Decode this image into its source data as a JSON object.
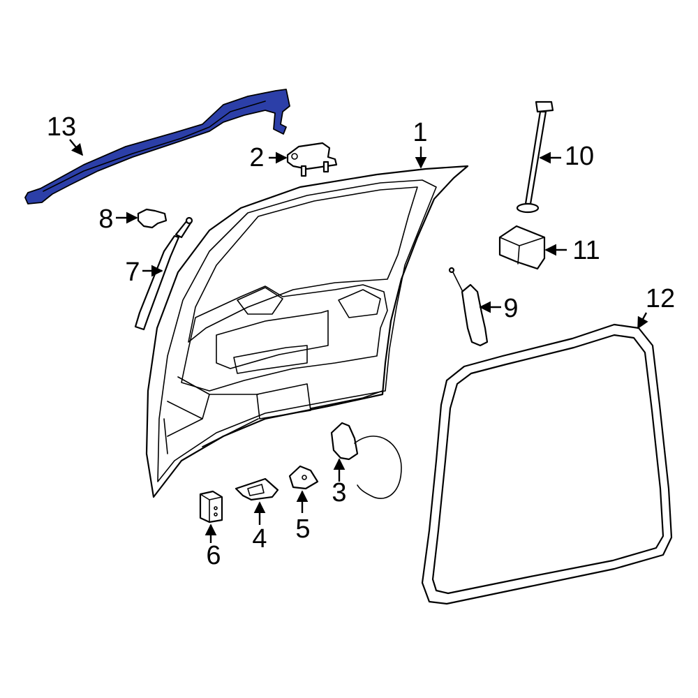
{
  "colors": {
    "background": "#ffffff",
    "line": "#000000",
    "highlight": "#2c3fa8"
  },
  "highlighted_part": "13",
  "callouts": [
    {
      "id": "1",
      "label": "1"
    },
    {
      "id": "2",
      "label": "2"
    },
    {
      "id": "3",
      "label": "3"
    },
    {
      "id": "4",
      "label": "4"
    },
    {
      "id": "5",
      "label": "5"
    },
    {
      "id": "6",
      "label": "6"
    },
    {
      "id": "7",
      "label": "7"
    },
    {
      "id": "8",
      "label": "8"
    },
    {
      "id": "9",
      "label": "9"
    },
    {
      "id": "10",
      "label": "10"
    },
    {
      "id": "11",
      "label": "11"
    },
    {
      "id": "12",
      "label": "12"
    },
    {
      "id": "13",
      "label": "13"
    }
  ]
}
